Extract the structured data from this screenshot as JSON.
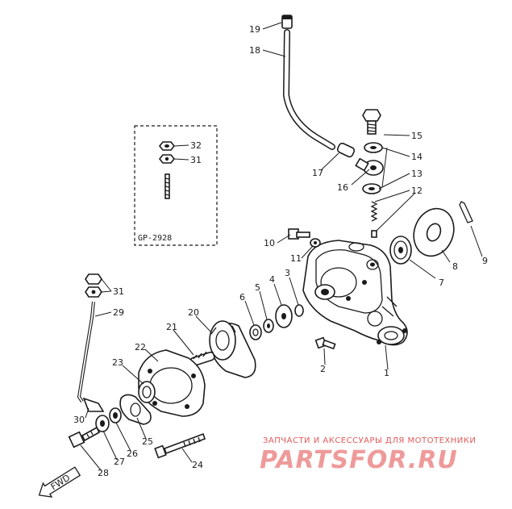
{
  "callouts": [
    "1",
    "2",
    "3",
    "4",
    "5",
    "6",
    "7",
    "8",
    "9",
    "10",
    "11",
    "12",
    "13",
    "14",
    "15",
    "16",
    "17",
    "18",
    "19",
    "20",
    "21",
    "22",
    "23",
    "24",
    "25",
    "26",
    "27",
    "28",
    "29",
    "30",
    "31",
    "31",
    "32"
  ],
  "inset_box_label": "GP-2928",
  "direction_marker": "FWD",
  "watermark": {
    "line1": "ЗАПЧАСТИ И АКСЕССУАРЫ ДЛЯ МОТОТЕХНИКИ",
    "line2": "PARTSFOR.RU"
  }
}
